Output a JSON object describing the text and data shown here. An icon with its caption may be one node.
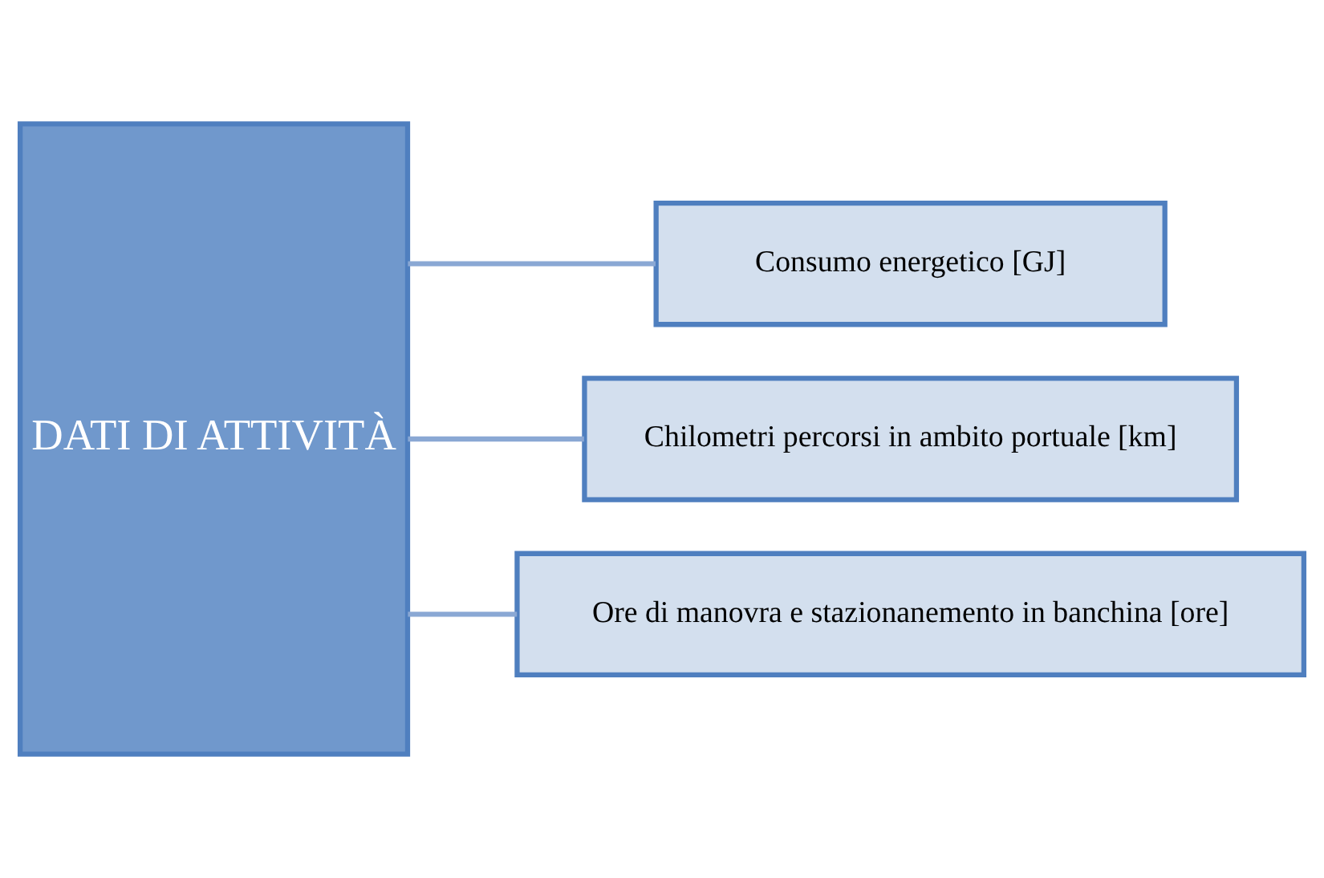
{
  "diagram": {
    "nodes": [
      {
        "text": [
          "DATI DI ATTIVITÀ"
        ]
      },
      {
        "text": [
          "Consumo energetico [GJ]"
        ]
      },
      {
        "text": [
          "Chilometri percorsi in ambito portuale [km]"
        ]
      },
      {
        "text": [
          "Ore di manovra e stazionanemento in banchina [ore]"
        ]
      }
    ],
    "edges": [
      {
        "from": 0,
        "to": 1,
        "arrow": "none"
      },
      {
        "from": 0,
        "to": 2,
        "arrow": "none"
      },
      {
        "from": 0,
        "to": 3,
        "arrow": "none"
      }
    ]
  }
}
